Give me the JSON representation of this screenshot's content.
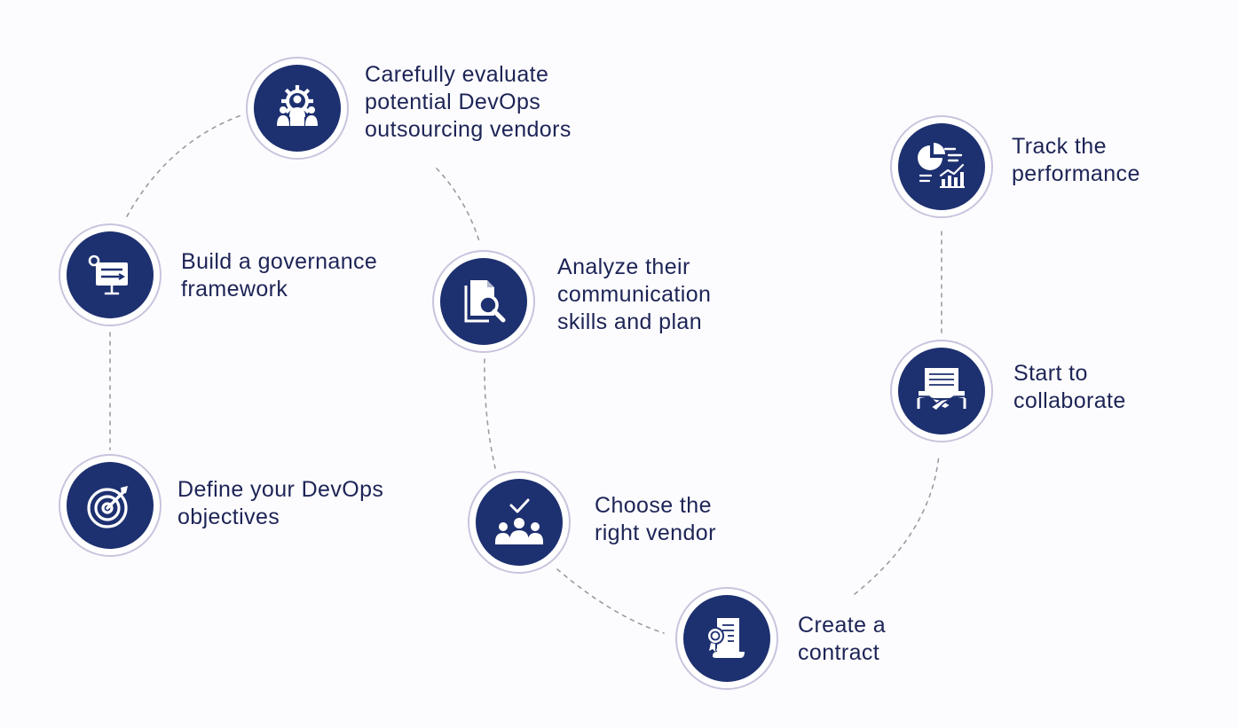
{
  "steps": [
    {
      "label": "Define your DevOps\nobjectives",
      "icon": "target-icon"
    },
    {
      "label": "Build a governance\nframework",
      "icon": "presentation-board-icon"
    },
    {
      "label": "Carefully evaluate\npotential DevOps\noutsourcing vendors",
      "icon": "team-gear-icon"
    },
    {
      "label": "Analyze their\ncommunication\nskills and plan",
      "icon": "document-search-icon"
    },
    {
      "label": "Choose the\nright vendor",
      "icon": "team-checkmark-icon"
    },
    {
      "label": "Create a\ncontract",
      "icon": "certificate-scroll-icon"
    },
    {
      "label": "Start to\ncollaborate",
      "icon": "handshake-contract-icon"
    },
    {
      "label": "Track the\nperformance",
      "icon": "analytics-chart-icon"
    }
  ],
  "colors": {
    "circle_fill": "#1d3070",
    "circle_ring": "#c8c4de",
    "text": "#1d2456",
    "connector": "#9a9aa6"
  }
}
